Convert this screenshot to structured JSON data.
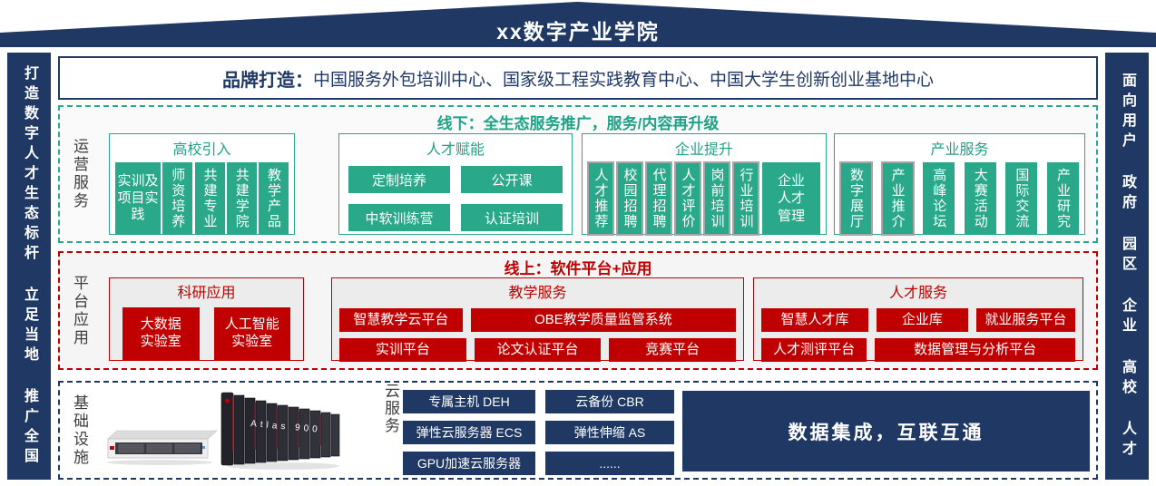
{
  "banner": {
    "title": "xx数字产业学院"
  },
  "left_banner": {
    "phrases": [
      "打造数字人才生态标杆",
      "立足当地",
      "推广全国"
    ]
  },
  "right_banner": {
    "phrases": [
      "面向用户",
      "政府",
      "园区",
      "企业",
      "高校",
      "人才"
    ]
  },
  "brand": {
    "label": "品牌打造：",
    "content": "中国服务外包培训中心、国家级工程实践教育中心、中国大学生创新创业基地中心"
  },
  "offline": {
    "side_label": "运营服务",
    "title": "线下：全生态服务推广，服务/内容再升级",
    "groups": [
      {
        "title": "高校引入",
        "items": [
          "实训及项目实践",
          "师资培养",
          "共建专业",
          "共建学院",
          "教学产品"
        ]
      },
      {
        "title": "人才赋能",
        "items": [
          "定制培养",
          "公开课",
          "中软训练营",
          "认证培训"
        ]
      },
      {
        "title": "企业提升",
        "items": [
          "人才推荐",
          "校园招聘",
          "代理招聘",
          "人才评价",
          "岗前培训",
          "行业培训",
          "企业人才管理"
        ]
      },
      {
        "title": "产业服务",
        "items": [
          "数字展厅",
          "产业推介",
          "高峰论坛",
          "大赛活动",
          "国际交流",
          "产业研究"
        ]
      }
    ]
  },
  "online": {
    "side_label": "平台应用",
    "title": "线上：软件平台+应用",
    "groups": [
      {
        "title": "科研应用",
        "items": [
          "大数据\n实验室",
          "人工智能\n实验室"
        ]
      },
      {
        "title": "教学服务",
        "rows": [
          [
            "智慧教学云平台",
            "OBE教学质量监管系统"
          ],
          [
            "实训平台",
            "论文认证平台",
            "竞赛平台"
          ]
        ]
      },
      {
        "title": "人才服务",
        "rows": [
          [
            "智慧人才库",
            "企业库",
            "就业服务平台"
          ],
          [
            "人才测评平台",
            "数据管理与分析平台"
          ]
        ]
      }
    ]
  },
  "infrastructure": {
    "side_label": "基础设施",
    "cloud_label": "云服务",
    "cloud_items": [
      "专属主机 DEH",
      "云备份 CBR",
      "弹性云服务器 ECS",
      "弹性伸缩 AS",
      "GPU加速云服务器",
      "......"
    ],
    "atlas_label": "Atlas 900",
    "data_integration": "数据集成，互联互通"
  },
  "colors": {
    "navy": "#1f3864",
    "green": "#2aa88a",
    "red": "#c00000",
    "gray_border": "#a6a6a6"
  }
}
